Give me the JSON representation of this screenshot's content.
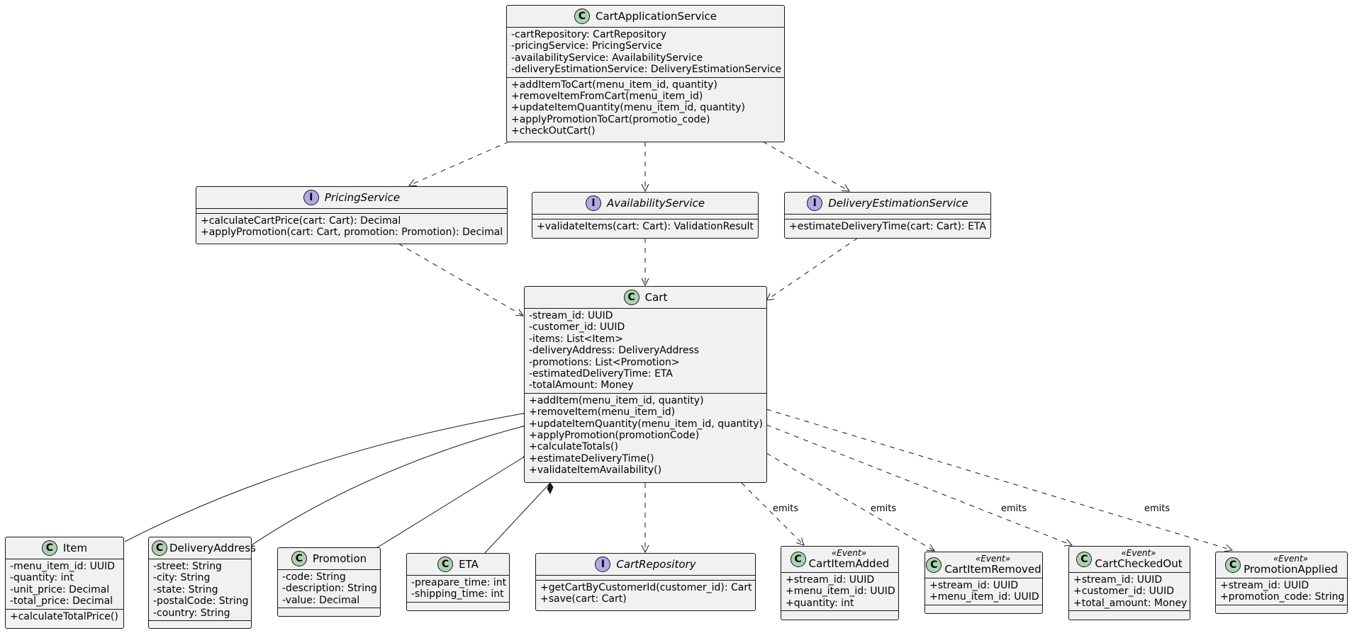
{
  "classes": {
    "cart_app_service": {
      "kind": "C",
      "name": "CartApplicationService",
      "fields": [
        "-cartRepository: CartRepository",
        "-pricingService: PricingService",
        "-availabilityService: AvailabilityService",
        "-deliveryEstimationService: DeliveryEstimationService"
      ],
      "methods": [
        "+addItemToCart(menu_item_id, quantity)",
        "+removeItemFromCart(menu_item_id)",
        "+updateItemQuantity(menu_item_id, quantity)",
        "+applyPromotionToCart(promotio_code)",
        "+checkOutCart()"
      ]
    },
    "pricing_service": {
      "kind": "I",
      "name": "PricingService",
      "methods": [
        "+calculateCartPrice(cart: Cart): Decimal",
        "+applyPromotion(cart: Cart, promotion: Promotion): Decimal"
      ]
    },
    "availability_service": {
      "kind": "I",
      "name": "AvailabilityService",
      "methods": [
        "+validateItems(cart: Cart): ValidationResult"
      ]
    },
    "delivery_estimation_service": {
      "kind": "I",
      "name": "DeliveryEstimationService",
      "methods": [
        "+estimateDeliveryTime(cart: Cart): ETA"
      ]
    },
    "cart": {
      "kind": "C",
      "name": "Cart",
      "fields": [
        "-stream_id: UUID",
        "-customer_id: UUID",
        "-items: List<Item>",
        "-deliveryAddress: DeliveryAddress",
        "-promotions: List<Promotion>",
        "-estimatedDeliveryTime: ETA",
        "-totalAmount: Money"
      ],
      "methods": [
        "+addItem(menu_item_id, quantity)",
        "+removeItem(menu_item_id)",
        "+updateItemQuantity(menu_item_id, quantity)",
        "+applyPromotion(promotionCode)",
        "+calculateTotals()",
        "+estimateDeliveryTime()",
        "+validateItemAvailability()"
      ]
    },
    "item": {
      "kind": "C",
      "name": "Item",
      "fields": [
        "-menu_item_id: UUID",
        "-quantity: int",
        "-unit_price: Decimal",
        "-total_price: Decimal"
      ],
      "methods": [
        "+calculateTotalPrice()"
      ]
    },
    "delivery_address": {
      "kind": "C",
      "name": "DeliveryAddress",
      "fields": [
        "-street: String",
        "-city: String",
        "-state: String",
        "-postalCode: String",
        "-country: String"
      ]
    },
    "promotion": {
      "kind": "C",
      "name": "Promotion",
      "fields": [
        "-code: String",
        "-description: String",
        "-value: Decimal"
      ]
    },
    "eta": {
      "kind": "C",
      "name": "ETA",
      "fields": [
        "-preapare_time: int",
        "-shipping_time: int"
      ]
    },
    "cart_repository": {
      "kind": "I",
      "name": "CartRepository",
      "methods": [
        "+getCartByCustomerId(customer_id): Cart",
        "+save(cart: Cart)"
      ]
    },
    "cart_item_added": {
      "kind": "C",
      "name": "CartItemAdded",
      "stereotype": "«Event»",
      "fields": [
        "+stream_id: UUID",
        "+menu_item_id: UUID",
        "+quantity: int"
      ]
    },
    "cart_item_removed": {
      "kind": "C",
      "name": "CartItemRemoved",
      "stereotype": "«Event»",
      "fields": [
        "+stream_id: UUID",
        "+menu_item_id: UUID"
      ]
    },
    "cart_checked_out": {
      "kind": "C",
      "name": "CartCheckedOut",
      "stereotype": "«Event»",
      "fields": [
        "+stream_id: UUID",
        "+customer_id: UUID",
        "+total_amount: Money"
      ]
    },
    "promotion_applied": {
      "kind": "C",
      "name": "PromotionApplied",
      "stereotype": "«Event»",
      "fields": [
        "+stream_id: UUID",
        "+promotion_code: String"
      ]
    }
  },
  "edge_labels": {
    "emits": "emits"
  },
  "colors": {
    "box_fill": "#f1f1f1",
    "border": "#181818",
    "class_badge": "#add1b2",
    "interface_badge": "#b4a7e5"
  }
}
